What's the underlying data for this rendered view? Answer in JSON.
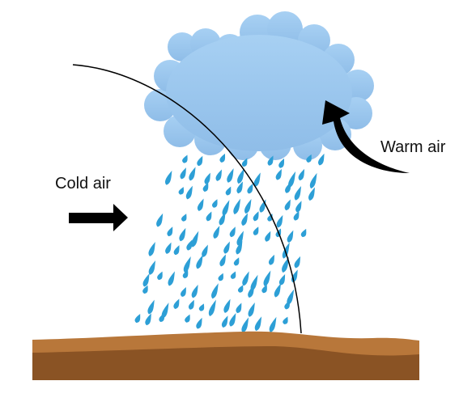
{
  "labels": {
    "cold_air": "Cold air",
    "warm_air": "Warm air"
  },
  "colors": {
    "cloud": "#9ec8ef",
    "cloud_shade": "#8ab9e6",
    "rain": "#2d9fd6",
    "ground_top": "#b8773a",
    "ground_bottom": "#8a5324",
    "arrow": "#000000",
    "front_line": "#000000"
  },
  "icons": [
    "cloud",
    "raindrop",
    "right-arrow",
    "curved-up-arrow",
    "ground"
  ]
}
